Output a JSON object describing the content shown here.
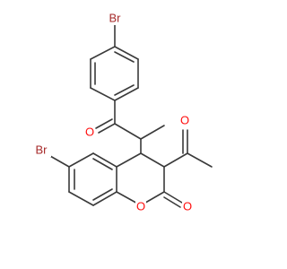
{
  "colors": {
    "bond": "#3a3a3a",
    "oxygen": "#ff0d0d",
    "bromine": "#a62929"
  },
  "atoms": {
    "br_top": "Br",
    "o_ketone": "O",
    "o_acetyl": "O",
    "br_left": "Br",
    "o_ring": "O",
    "o_lactone": "O"
  }
}
